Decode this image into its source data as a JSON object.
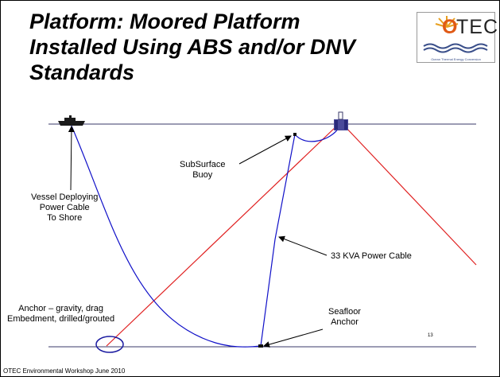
{
  "title": {
    "lines": [
      "Platform: Moored Platform",
      "Installed Using ABS and/or DNV",
      "Standards"
    ]
  },
  "logo": {
    "letter_o": "O",
    "letters_tec": "TEC",
    "tagline": "Ocean Thermal Energy Conversion"
  },
  "labels": {
    "vessel": [
      "Vessel Deploying",
      "Power Cable",
      "To Shore"
    ],
    "buoy": [
      "SubSurface",
      "Buoy"
    ],
    "cable": "33 KVA Power Cable",
    "anchor": [
      "Anchor – gravity, drag",
      "Embedment, drilled/grouted"
    ],
    "seafloor_anchor": [
      "Seafloor",
      "Anchor"
    ]
  },
  "page_number": "13",
  "footer": "OTEC Environmental Workshop June 2010",
  "colors": {
    "power_cable": "#1010c8",
    "mooring_line": "#e02020",
    "water_line": "#3a3a6a",
    "anchor_circle": "#1a1aa0",
    "logo_orange": "#e05a16",
    "logo_blue": "#3a4f8a"
  }
}
